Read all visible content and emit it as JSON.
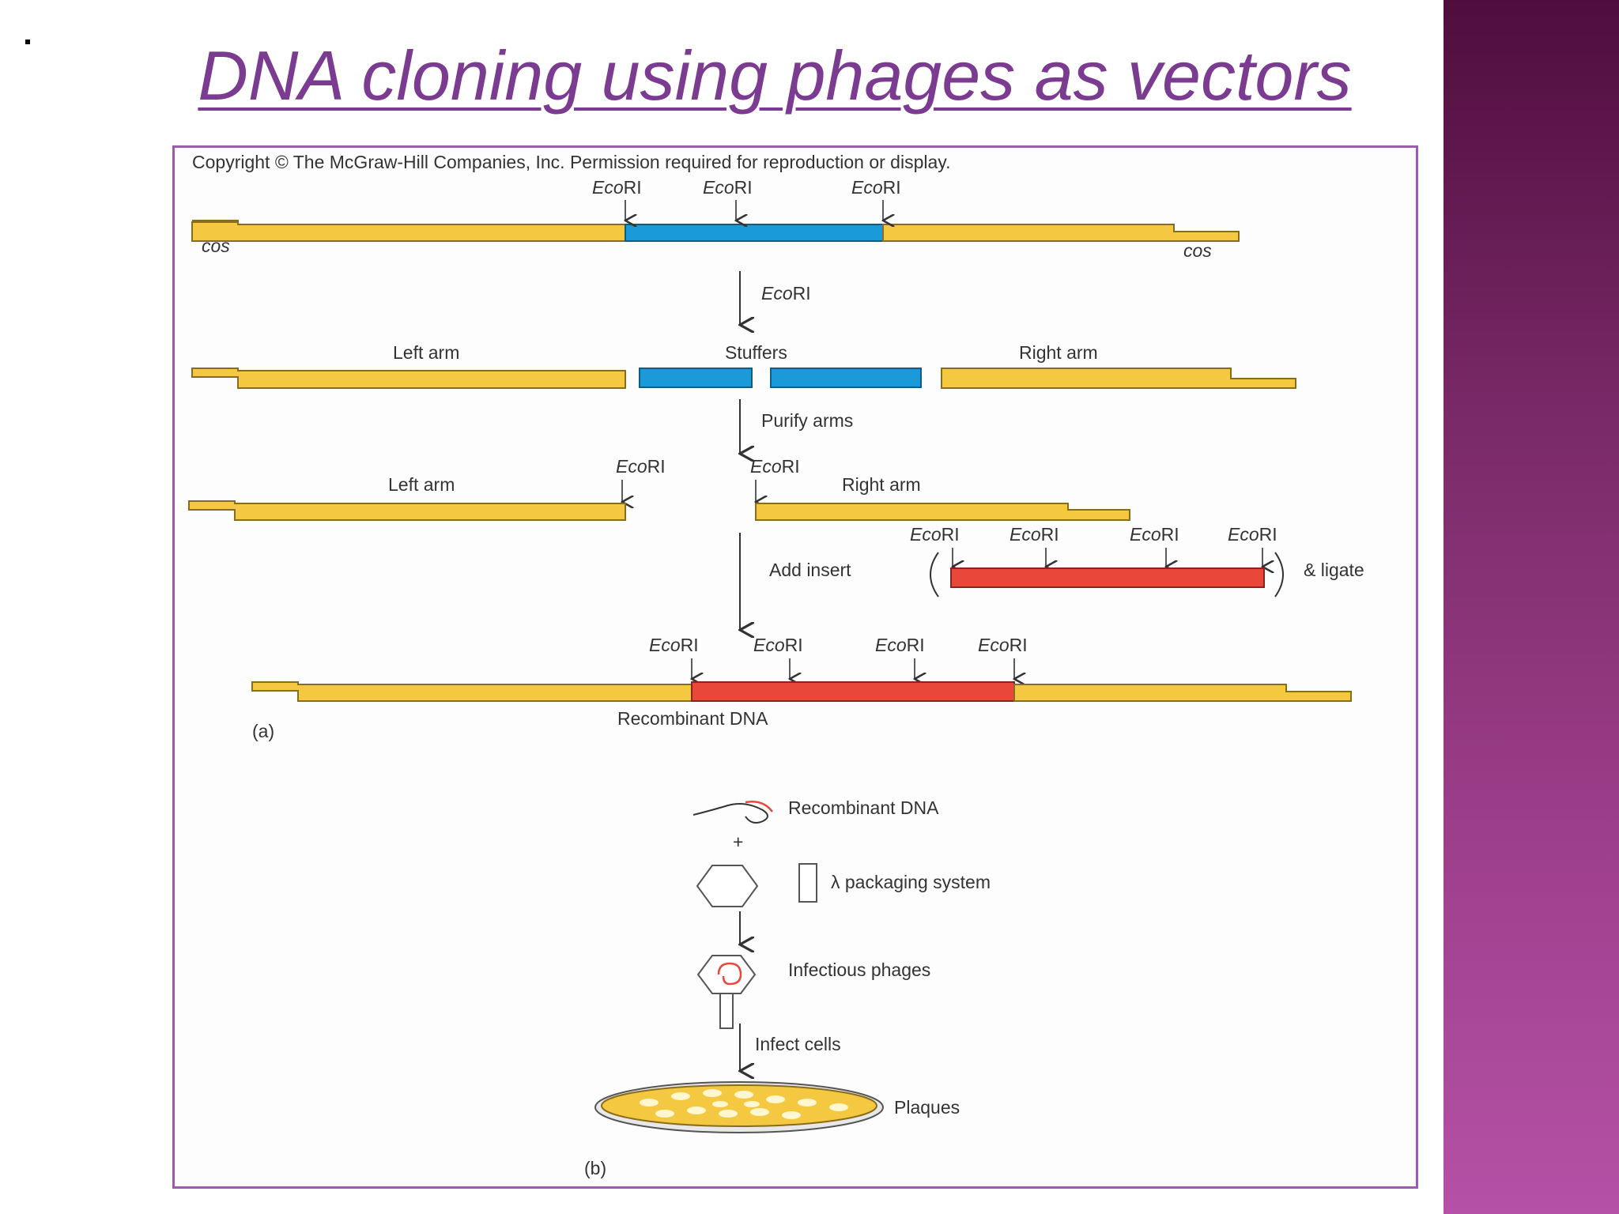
{
  "slide": {
    "title": "DNA cloning using  phages as vectors",
    "bullet": ".",
    "accent_color": "#7b3b90",
    "band_colors": [
      "#4f0d3e",
      "#b551a6"
    ]
  },
  "figure": {
    "copyright": "Copyright © The McGraw-Hill Companies, Inc. Permission required for reproduction or display.",
    "enzyme_italic": "Eco",
    "enzyme_suffix": "RI",
    "cos_label": "cos",
    "step_ecori": "EcoRI",
    "left_arm": "Left arm",
    "stuffers": "Stuffers",
    "right_arm": "Right arm",
    "purify_arms": "Purify arms",
    "add_insert": "Add insert",
    "ligate": "& ligate",
    "recombinant_dna": "Recombinant DNA",
    "panel_a": "(a)",
    "plus": "+",
    "lambda_packaging": "λ packaging system",
    "infectious_phages": "Infectious phages",
    "infect_cells": "Infect cells",
    "plaques": "Plaques",
    "panel_b": "(b)",
    "colors": {
      "arm_yellow": "#f5c842",
      "stuffer_blue": "#1a9ad8",
      "insert_red": "#e8473a"
    }
  }
}
